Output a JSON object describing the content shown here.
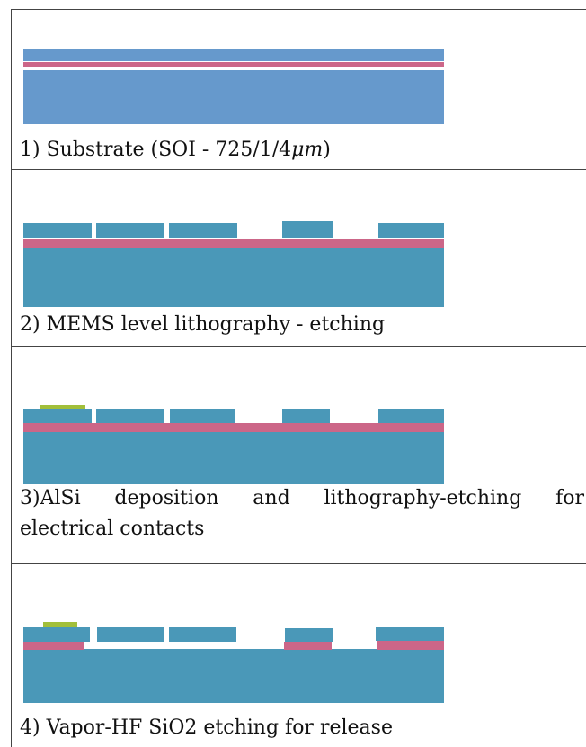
{
  "steps": [
    {
      "number": "1",
      "caption_line1": "1) Substrate (SOI - 725/1/4",
      "caption_math": "μm",
      "caption_tail": ")"
    },
    {
      "number": "2",
      "caption_line1": "2) MEMS level lithography - etching"
    },
    {
      "number": "3",
      "caption_line1": "3)AlSi deposition and lithography-etching for",
      "caption_line2": "electrical contacts"
    },
    {
      "number": "4",
      "caption_line1": "4) Vapor-HF SiO2 etching for release"
    }
  ],
  "colors": {
    "silicon_step1": "#6699cc",
    "silicon": "#4a98b8",
    "oxide": "#cc6688",
    "aluminum_silicon": "#a2bf3a",
    "border": "#444444"
  }
}
